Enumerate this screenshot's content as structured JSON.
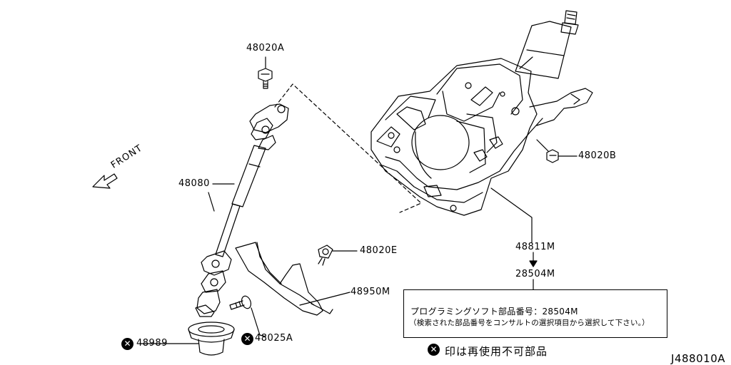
{
  "labels": {
    "p48020A": "48020A",
    "p48020B": "48020B",
    "p48080": "48080",
    "p48020E": "48020E",
    "p48950M": "48950M",
    "p48811M": "48811M",
    "p28504M": "28504M",
    "p48989": "48989",
    "p48025A": "48025A",
    "front": "FRONT"
  },
  "note": {
    "line1": "プログラミングソフト部品番号：28504M",
    "line2": "（検索された部品番号をコンサルトの選択項目から選択して下さい。）"
  },
  "legend": {
    "mark": "✕",
    "text": "印は再使用不可部品"
  },
  "figure_code": "J488010A"
}
